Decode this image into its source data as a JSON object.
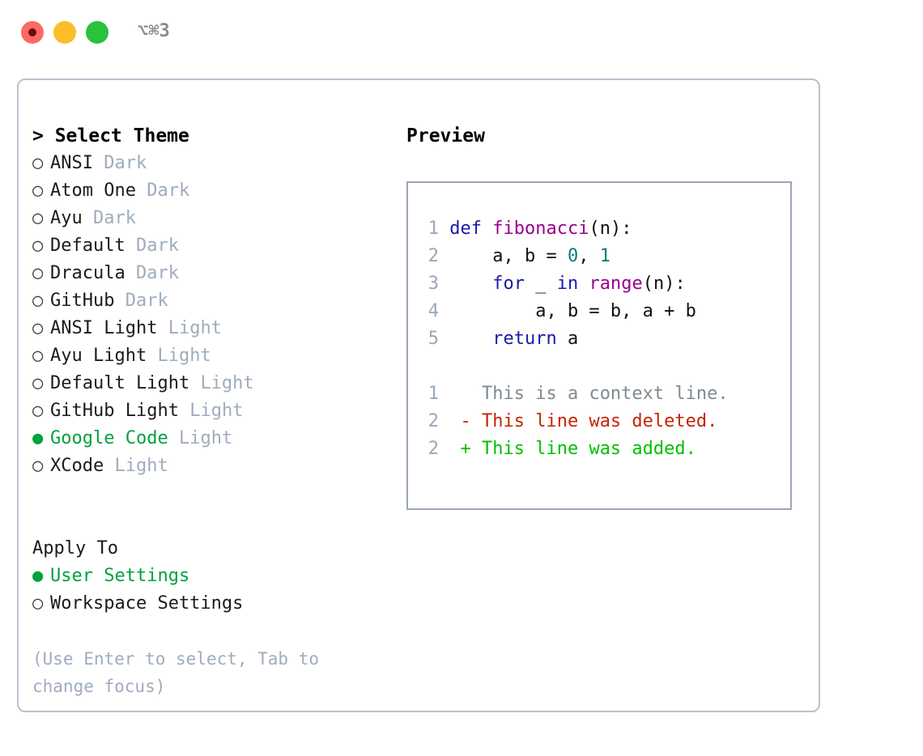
{
  "window": {
    "shortcut_label": "⌥⌘3",
    "traffic_lights": [
      "close-red",
      "minimize-yellow",
      "maximize-green"
    ]
  },
  "colors": {
    "selected_green": "#00a13e",
    "tag_gray": "#9facbd",
    "hint_gray": "#9facbd",
    "panel_border": "#b9c2cf",
    "preview_border": "#9aa6b8",
    "keyword_blue": "#1a1aa6",
    "function_magenta": "#99008c",
    "number_teal": "#0b7d77",
    "diff_added": "#00c000",
    "diff_deleted": "#c62300",
    "diff_context": "#808a92",
    "lineno_gray": "#9aa6b8"
  },
  "theme_picker": {
    "header": "> Select Theme",
    "bullet_unselected": "○",
    "bullet_selected": "●",
    "options": [
      {
        "name": "ANSI",
        "tag": "Dark",
        "selected": false
      },
      {
        "name": "Atom One",
        "tag": "Dark",
        "selected": false
      },
      {
        "name": "Ayu",
        "tag": "Dark",
        "selected": false
      },
      {
        "name": "Default",
        "tag": "Dark",
        "selected": false
      },
      {
        "name": "Dracula",
        "tag": "Dark",
        "selected": false
      },
      {
        "name": "GitHub",
        "tag": "Dark",
        "selected": false
      },
      {
        "name": "ANSI Light",
        "tag": "Light",
        "selected": false
      },
      {
        "name": "Ayu Light",
        "tag": "Light",
        "selected": false
      },
      {
        "name": "Default Light",
        "tag": "Light",
        "selected": false
      },
      {
        "name": "GitHub Light",
        "tag": "Light",
        "selected": false
      },
      {
        "name": "Google Code",
        "tag": "Light",
        "selected": true
      },
      {
        "name": "XCode",
        "tag": "Light",
        "selected": false
      }
    ]
  },
  "apply_to": {
    "title": "Apply To",
    "options": [
      {
        "name": "User Settings",
        "selected": true
      },
      {
        "name": "Workspace Settings",
        "selected": false
      }
    ]
  },
  "hint": "(Use Enter to select, Tab to change focus)",
  "preview": {
    "title": "Preview",
    "code_lines": [
      {
        "lineno": "1",
        "tokens": [
          {
            "t": "def ",
            "c": "kw"
          },
          {
            "t": "fibonacci",
            "c": "fn"
          },
          {
            "t": "(n):",
            "c": "plain"
          }
        ]
      },
      {
        "lineno": "2",
        "tokens": [
          {
            "t": "    a, b = ",
            "c": "plain"
          },
          {
            "t": "0",
            "c": "num"
          },
          {
            "t": ", ",
            "c": "plain"
          },
          {
            "t": "1",
            "c": "num"
          }
        ]
      },
      {
        "lineno": "3",
        "tokens": [
          {
            "t": "    ",
            "c": "plain"
          },
          {
            "t": "for",
            "c": "kw"
          },
          {
            "t": " _ ",
            "c": "plain"
          },
          {
            "t": "in",
            "c": "kw"
          },
          {
            "t": " ",
            "c": "plain"
          },
          {
            "t": "range",
            "c": "fn"
          },
          {
            "t": "(n):",
            "c": "plain"
          }
        ]
      },
      {
        "lineno": "4",
        "tokens": [
          {
            "t": "        a, b = b, a + b",
            "c": "plain"
          }
        ]
      },
      {
        "lineno": "5",
        "tokens": [
          {
            "t": "    ",
            "c": "plain"
          },
          {
            "t": "return",
            "c": "kw"
          },
          {
            "t": " a",
            "c": "plain"
          }
        ]
      }
    ],
    "diff_lines": [
      {
        "lineno": "1",
        "marker": " ",
        "text": " This is a context line.",
        "kind": "ctx"
      },
      {
        "lineno": "2",
        "marker": "-",
        "text": " This line was deleted.",
        "kind": "del"
      },
      {
        "lineno": "2",
        "marker": "+",
        "text": " This line was added.",
        "kind": "add"
      }
    ]
  }
}
